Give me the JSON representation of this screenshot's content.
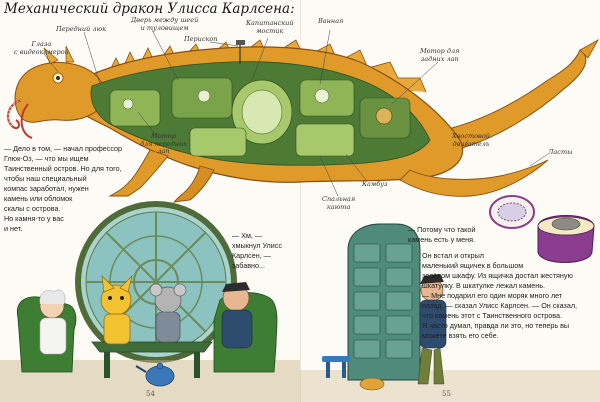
{
  "header": {
    "title": "Механический дракон Улисса Карлсена:"
  },
  "diagram": {
    "labels": {
      "eyes": "Глаза\nс видеокамерой",
      "front_hatch": "Передний люк",
      "door": "Дверь между шеей\nи туловищем",
      "periscope": "Перископ",
      "captain_bridge": "Капитанский\nмостик",
      "bathroom": "Ванная",
      "rear_motor": "Мотор для\nзадних лап",
      "front_motor": "Мотор\nдля передних\nлап",
      "tail_engine": "Хвостовой\nдвигатель",
      "fins": "Ласты",
      "galley": "Камбуз",
      "cabin": "Спальная\nкаюта"
    }
  },
  "left_page": {
    "paragraph": "— Дело в том, — начал профессор\nГлюк-Оз, — что мы ищем\nТаинственный остров. Но для того,\nчтобы наш специальный\nкомпас заработал, нужен\nкамень или обломок\nскалы с острова.\nНо камня-то у вас\nи нет.",
    "dialog": "— Хм, —\nхмыкнул Улисс\nКарлсен, —\nзабавно...",
    "page_number": "54"
  },
  "right_page": {
    "dialog": "— Потому что такой\nкамень есть у меня.",
    "paragraph": "Он встал и открыл\nмаленький ящичек в большом\nзелёном шкафу. Из ящичка достал жестяную\nшкатулку. В шкатулке лежал камень.\n— Мне подарил его один моряк много лет\nназад, — сказал Улисс Карлсен. — Он сказал,\nчто камень этот с Таинственного острова.\nЯ часто думал, правда ли это, но теперь вы\nможете взять его себе.",
    "page_number": "55"
  },
  "colors": {
    "dragon_body": "#e09a2a",
    "dragon_shadow": "#b86d18",
    "interior_green": "#4d7a34",
    "interior_light": "#8fb556",
    "room_green": "#3f6d3a",
    "window_teal": "#8cc3c0",
    "sofa_green": "#3e7d34",
    "cabinet_green": "#4f8a7a",
    "box_purple": "#8a3d8e"
  }
}
